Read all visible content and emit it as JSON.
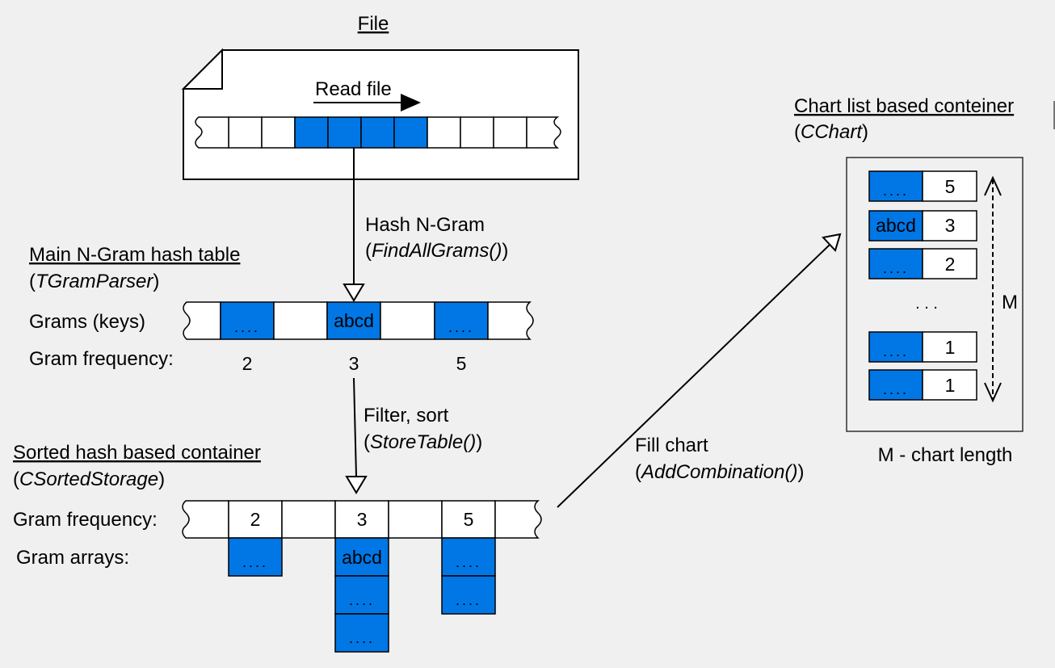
{
  "file": {
    "title": "File",
    "read_label": "Read file"
  },
  "hash_step": {
    "label": "Hash N-Gram",
    "func_open": "(",
    "func": "FindAllGrams()",
    "func_close": ")"
  },
  "main_table": {
    "title": "Main N-Gram hash table",
    "class_open": "(",
    "class_name": "TGramParser",
    "class_close": ")",
    "keys_label": "Grams (keys)",
    "freq_label": "Gram frequency:",
    "keys": [
      "....",
      "abcd",
      "...."
    ],
    "frequencies": [
      "2",
      "3",
      "5"
    ]
  },
  "filter_step": {
    "label": "Filter, sort",
    "func_open": "(",
    "func": "StoreTable()",
    "func_close": ")"
  },
  "sorted": {
    "title": "Sorted hash based container",
    "class_open": "(",
    "class_name": "CSortedStorage",
    "class_close": ")",
    "freq_label": "Gram frequency:",
    "arrays_label": "Gram arrays:",
    "frequencies": [
      "2",
      "3",
      "5"
    ],
    "arrays": [
      [
        "...."
      ],
      [
        "abcd",
        "....",
        "...."
      ],
      [
        "....",
        "...."
      ]
    ]
  },
  "fill_step": {
    "label": "Fill chart",
    "func_open": "(",
    "func": "AddCombination()",
    "func_close": ")"
  },
  "chart": {
    "title": "Chart list based conteiner",
    "class_open": "(",
    "class_name": "CChart",
    "class_close": ")",
    "rows_top": [
      {
        "key": "....",
        "value": "5"
      },
      {
        "key": "abcd",
        "value": "3"
      },
      {
        "key": "....",
        "value": "2"
      }
    ],
    "ellipsis": ". . .",
    "rows_bottom": [
      {
        "key": "....",
        "value": "1"
      },
      {
        "key": "....",
        "value": "1"
      }
    ],
    "m_label": "M",
    "length_label": "M - chart length"
  },
  "colors": {
    "background": "#f0f0f0",
    "blue": "#0077e5",
    "white": "#ffffff",
    "stroke": "#000000"
  }
}
